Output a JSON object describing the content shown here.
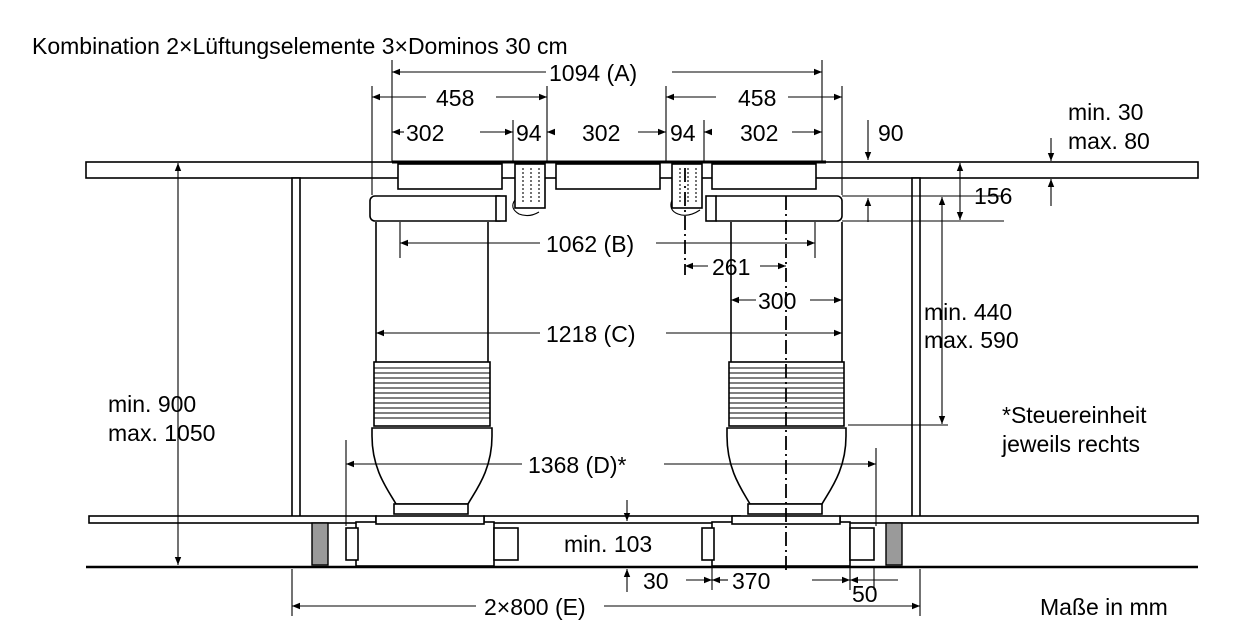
{
  "title": "Kombination 2×Lüftungselemente 3×Dominos 30 cm",
  "units_note": "Maße in mm",
  "footnote": [
    "*Steuereinheit",
    "jeweils rechts"
  ],
  "dims": {
    "a": "1094 (A)",
    "w458_left": "458",
    "w458_right": "458",
    "w302_1": "302",
    "w94_1": "94",
    "w302_2": "302",
    "w94_2": "94",
    "w302_3": "302",
    "d90": "90",
    "worktop_min": "min. 30",
    "worktop_max": "max. 80",
    "d156": "156",
    "b": "1062 (B)",
    "d261": "261",
    "d300": "300",
    "c": "1218 (C)",
    "duct_min": "min. 440",
    "duct_max": "max. 590",
    "height_min": "min. 900",
    "height_max": "max. 1050",
    "d": "1368 (D)*",
    "plinth_min": "min. 103",
    "d30": "30",
    "d370": "370",
    "d50": "50",
    "e": "2×800 (E)"
  }
}
